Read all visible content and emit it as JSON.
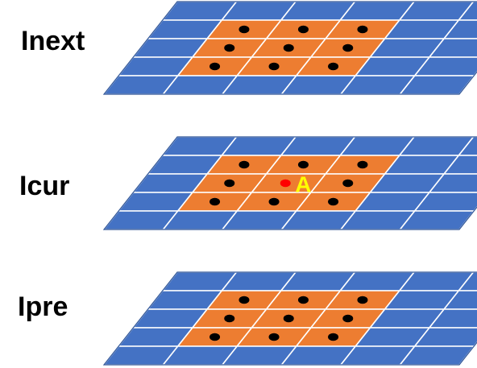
{
  "layers": [
    {
      "label": "Inext"
    },
    {
      "label": "Icur"
    },
    {
      "label": "Ipre"
    }
  ],
  "grid": {
    "rows": 5,
    "cols": 6
  },
  "neighborhood": {
    "row_from": 1,
    "row_to": 3,
    "col_from": 1,
    "col_to": 3
  },
  "center_point": {
    "layer": 1,
    "label": "A"
  },
  "colors": {
    "cell_blue": "#4472C4",
    "cell_border": "#2F5597",
    "cell_orange": "#ED7D31",
    "grid_line": "#FFFFFF",
    "dot": "#000000",
    "center_dot": "#FF0000",
    "point_label": "#FFFF00"
  }
}
